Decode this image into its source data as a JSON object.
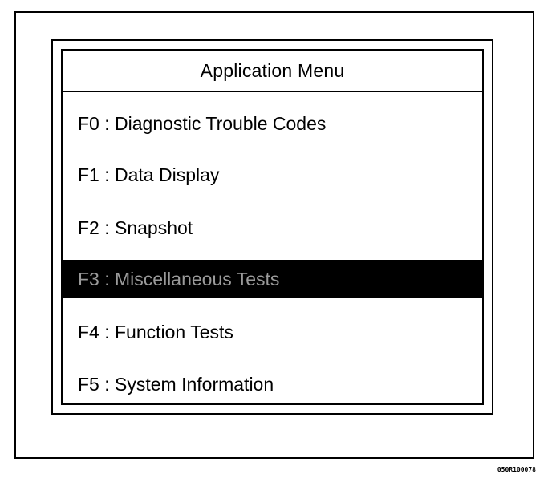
{
  "menu": {
    "title": "Application Menu",
    "items": [
      {
        "label": "F0 : Diagnostic Trouble Codes",
        "selected": false
      },
      {
        "label": "F1 : Data Display",
        "selected": false
      },
      {
        "label": "F2 : Snapshot",
        "selected": false
      },
      {
        "label": "F3 : Miscellaneous Tests",
        "selected": true
      },
      {
        "label": "F4 : Function Tests",
        "selected": false
      },
      {
        "label": "F5 : System Information",
        "selected": false
      }
    ]
  },
  "figure_code": "050R100078",
  "colors": {
    "selected_background": "#000000",
    "selected_text": "#9a9a9a"
  }
}
